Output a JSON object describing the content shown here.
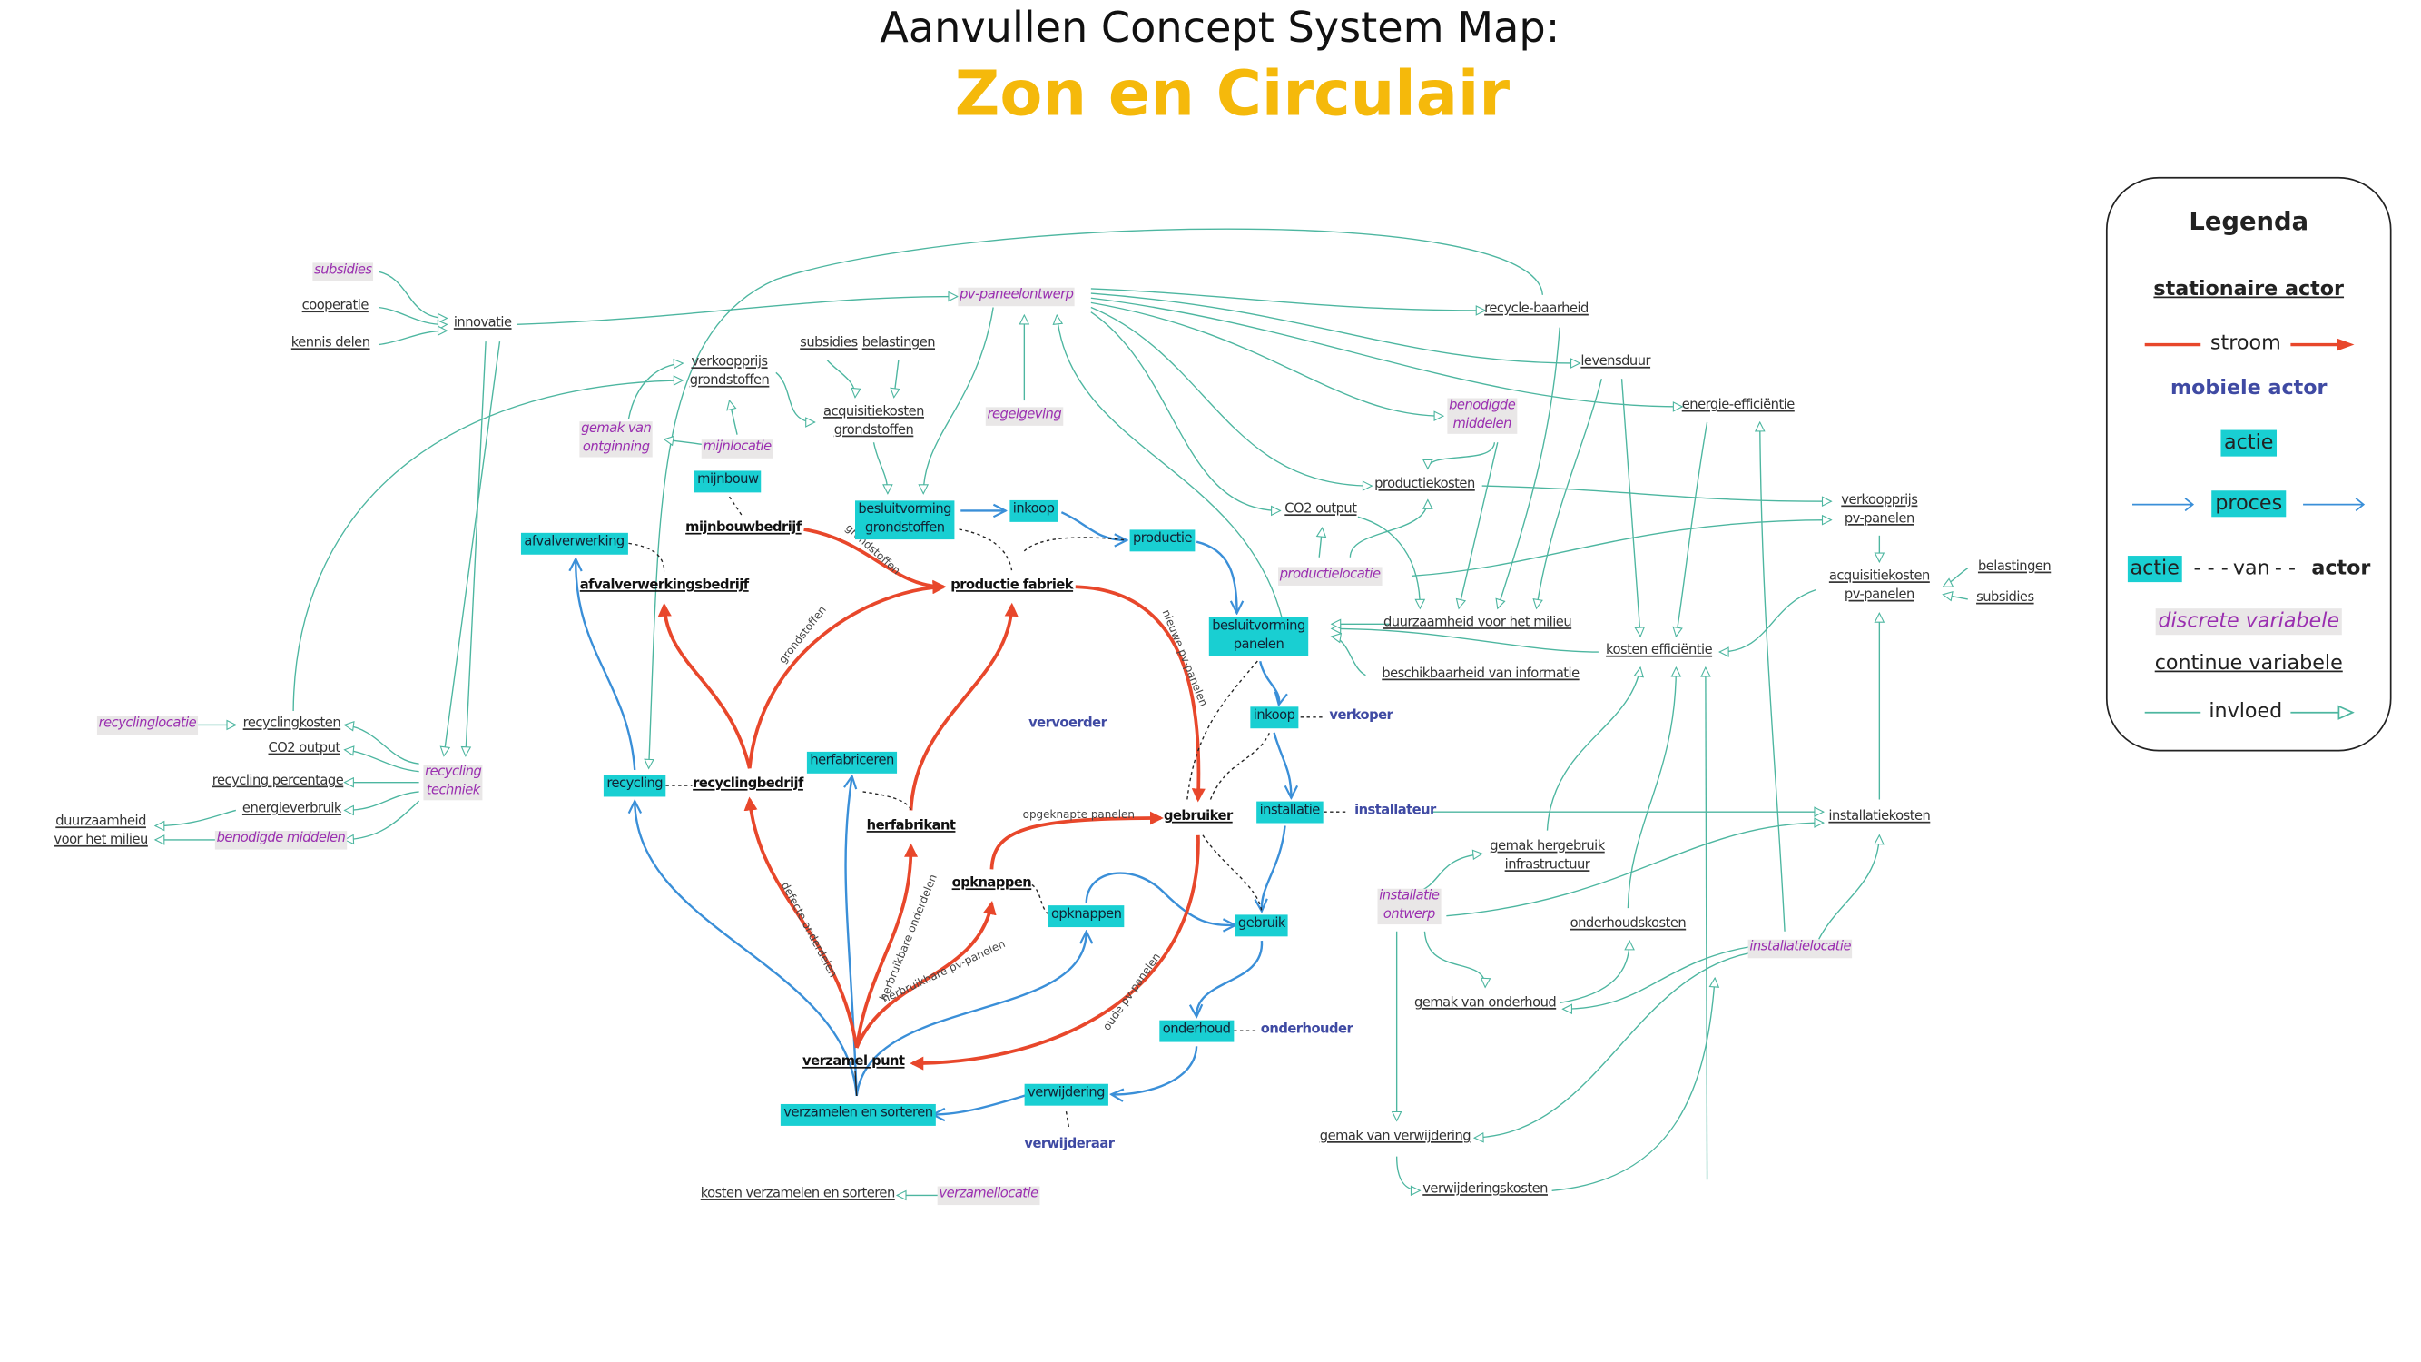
{
  "title": "Aanvullen Concept System Map:",
  "subtitle": "Zon en Circulair",
  "colors": {
    "stroom": "#e8472b",
    "proces": "#3a8fd8",
    "invloed": "#4db6a0",
    "actie": "#19cfd2",
    "title_accent": "#f5b90b",
    "mobiele_actor": "#3f4aa3",
    "discrete": "#9a2fb0"
  },
  "nodes": {
    "subsidies_l": "subsidies",
    "cooperatie": "cooperatie",
    "kennis_delen": "kennis delen",
    "innovatie": "innovatie",
    "pv_paneelontwerp": "pv-paneelontwerp",
    "recycle_baarheid": "recycle-baarheid",
    "levensduur": "levensduur",
    "energie_efficientie": "energie-efficiëntie",
    "benodigde_middelen": "benodigde\nmiddelen",
    "productiekosten": "productiekosten",
    "verkoopprijs_pv": "verkoopprijs\npv-panelen",
    "co2_output": "CO2 output",
    "productielocatie": "productielocatie",
    "acquisitiekosten_pv": "acquisitiekosten\npv-panelen",
    "belastingen_r": "belastingen",
    "subsidies_r": "subsidies",
    "duurzaamheid": "duurzaamheid voor het milieu",
    "kosten_efficientie": "kosten efficiëntie",
    "beschikbaarheid": "beschikbaarheid van informatie",
    "besluitvorming_panelen": "besluitvorming\npanelen",
    "verkoopprijs_grondstoffen": "verkoopprijs\ngrondstoffen",
    "subsidies_m": "subsidies",
    "belastingen_m": "belastingen",
    "acquisitiekosten_grondstoffen": "acquisitiekosten\ngrondstoffen",
    "gemak_ontginning": "gemak van\nontginning",
    "mijnlocatie": "mijnlocatie",
    "regelgeving": "regelgeving",
    "mijnbouw": "mijnbouw",
    "mijnbouwbedrijf": "mijnbouwbedrijf",
    "besluitvorming_grondstoffen": "besluitvorming\ngrondstoffen",
    "inkoop_1": "inkoop",
    "productie": "productie",
    "afvalverwerking": "afvalverwerking",
    "afvalverwerkingsbedrijf": "afvalverwerkingsbedrijf",
    "productie_fabriek": "productie fabriek",
    "vervoerder": "vervoerder",
    "inkoop_2": "inkoop",
    "verkoper": "verkoper",
    "installatie": "installatie",
    "installateur": "installateur",
    "installatiekosten": "installatiekosten",
    "gebruiker": "gebruiker",
    "herfabriceren": "herfabriceren",
    "recycling": "recycling",
    "recyclingbedrijf": "recyclingbedrijf",
    "herfabrikant": "herfabrikant",
    "opknappen_actor": "opknappen",
    "opknappen_actie": "opknappen",
    "gebruik": "gebruik",
    "gemak_hergebruik": "gemak hergebruik\ninfrastructuur",
    "installatie_ontwerp": "installatie\nontwerp",
    "onderhoudskosten": "onderhoudskosten",
    "installatielocatie": "installatielocatie",
    "gemak_onderhoud": "gemak van onderhoud",
    "onderhoud": "onderhoud",
    "onderhouder": "onderhouder",
    "verzamelpunt": "verzamel punt",
    "verzamelen_sorteren": "verzamelen en sorteren",
    "verwijdering": "verwijdering",
    "verwijderaar": "verwijderaar",
    "gemak_verwijdering": "gemak van verwijdering",
    "verwijderingskosten": "verwijderingskosten",
    "kosten_verzamelen": "kosten verzamelen en sorteren",
    "verzamellocatie": "verzamellocatie",
    "recyclinglocatie": "recyclinglocatie",
    "recyclingkosten": "recyclingkosten",
    "co2_output_l": "CO2 output",
    "recycling_percentage": "recycling percentage",
    "energieverbruik": "energieverbruik",
    "duurzaamheid_l": "duurzaamheid\nvoor het milieu",
    "benodigde_middelen_l": "benodigde middelen",
    "recycling_techniek": "recycling\ntechniek"
  },
  "edge_labels": {
    "grondstoffen_1": "grondstoffen",
    "grondstoffen_2": "grondstoffen",
    "nieuwe_pv": "nieuwe pv-panelen",
    "opgeknapte": "opgeknapte panelen",
    "oude_pv": "oude pv-panelen",
    "defecte": "defecte onderdelen",
    "herbruikbare_onderdelen": "herbruikbare onderdelen",
    "herbruikbare_pv": "herbruikbare pv-panelen"
  },
  "legend": {
    "title": "Legenda",
    "stationaire_actor": "stationaire actor",
    "stroom": "stroom",
    "mobiele_actor": "mobiele actor",
    "actie": "actie",
    "proces": "proces",
    "actie2": "actie",
    "van": "van",
    "actor": "actor",
    "discrete": "discrete variabele",
    "continue": "continue variabele",
    "invloed": "invloed"
  }
}
